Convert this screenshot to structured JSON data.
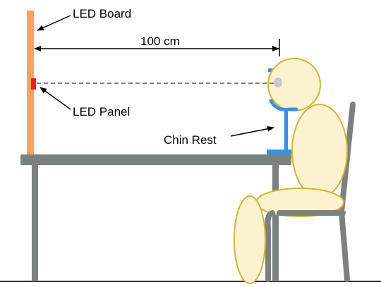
{
  "labels": {
    "led_board": "LED Board",
    "distance": "100 cm",
    "led_panel": "LED Panel",
    "chin_rest": "Chin Rest"
  },
  "colors": {
    "led_board": "#f7a35c",
    "led_panel": "#e8201f",
    "table": "#7b817f",
    "chair": "#7b817f",
    "body_fill": "#fdf2d0",
    "body_outline": "#d9b233",
    "chin_rest": "#3b8fe0",
    "eye": "#c8c8c8",
    "sightline": "#808080",
    "floor": "#333333"
  }
}
